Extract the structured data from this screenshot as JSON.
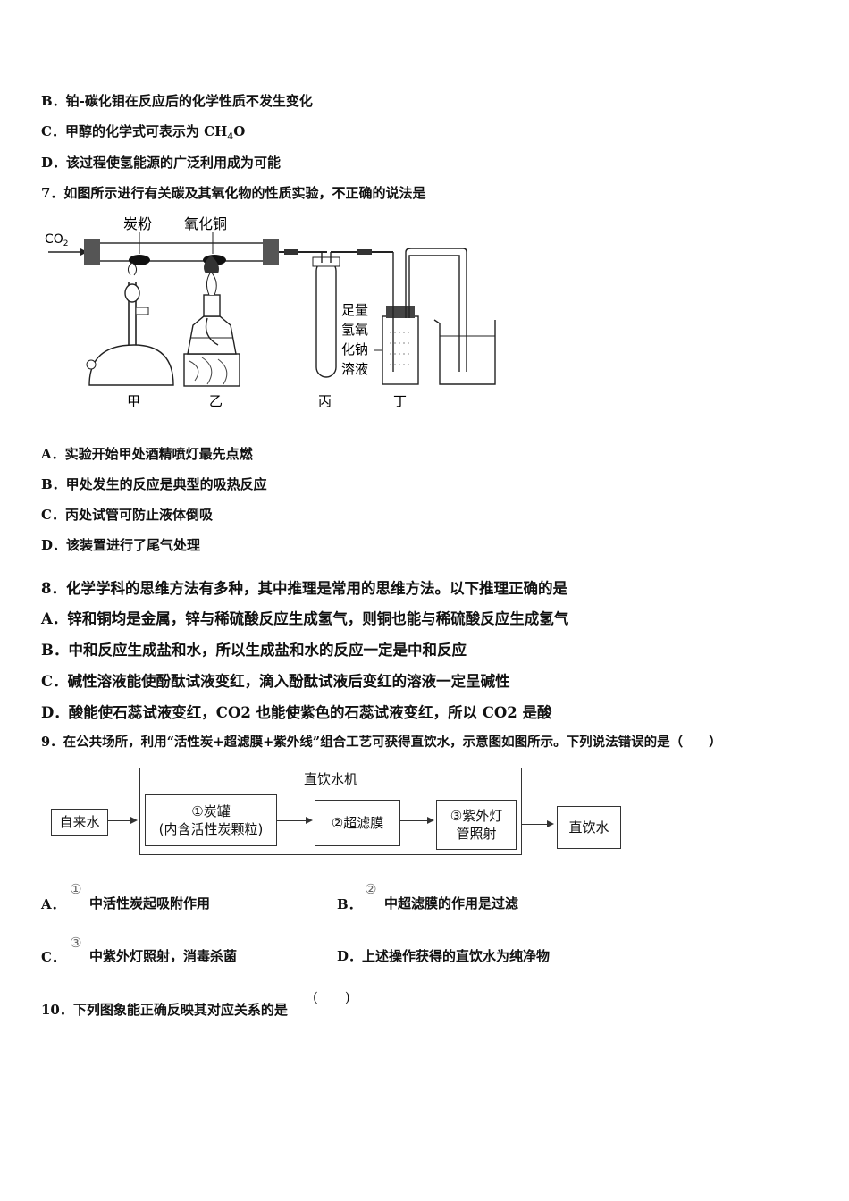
{
  "q6": {
    "optB": "B．铂-碳化钼在反应后的化学性质不发生变化",
    "optC_pre": "C．甲醇的化学式可表示为 CH",
    "optC_sub": "4",
    "optC_post": "O",
    "optD": "D．该过程使氢能源的广泛利用成为可能"
  },
  "q7": {
    "stem": "7．如图所示进行有关碳及其氧化物的性质实验，不正确的说法是",
    "figure": {
      "co2": "CO",
      "co2_sub": "2",
      "carbon": "炭粉",
      "copper_oxide": "氧化铜",
      "naoh_l1": "足量",
      "naoh_l2": "氢氧",
      "naoh_l3": "化钠",
      "naoh_l4": "溶液",
      "jia": "甲",
      "yi": "乙",
      "bing": "丙",
      "ding": "丁"
    },
    "optA": "A．实验开始甲处酒精喷灯最先点燃",
    "optB": "B．甲处发生的反应是典型的吸热反应",
    "optC": "C．丙处试管可防止液体倒吸",
    "optD": "D．该装置进行了尾气处理"
  },
  "q8": {
    "stem": "8．化学学科的思维方法有多种，其中推理是常用的思维方法。以下推理正确的是",
    "optA": "A．锌和铜均是金属，锌与稀硫酸反应生成氢气，则铜也能与稀硫酸反应生成氢气",
    "optB": "B．中和反应生成盐和水，所以生成盐和水的反应一定是中和反应",
    "optC": "C．碱性溶液能使酚酞试液变红，滴入酚酞试液后变红的溶液一定呈碱性",
    "optD": "D．酸能使石蕊试液变红，CO2 也能使紫色的石蕊试液变红，所以 CO2 是酸"
  },
  "q9": {
    "stem": "9．在公共场所，利用“活性炭+超滤膜+紫外线”组合工艺可获得直饮水，示意图如图所示。下列说法错误的是（　　）",
    "figure": {
      "machine": "直饮水机",
      "tap": "自来水",
      "step1_l1": "①炭罐",
      "step1_l2": "(内含活性炭颗粒)",
      "step2": "②超滤膜",
      "step3_l1": "③紫外灯",
      "step3_l2": "管照射",
      "output": "直饮水"
    },
    "optA_letter": "A．",
    "optA_circ": "①",
    "optA_text": "中活性炭起吸附作用",
    "optB_letter": "B．",
    "optB_circ": "②",
    "optB_text": "中超滤膜的作用是过滤",
    "optC_letter": "C．",
    "optC_circ": "③",
    "optC_text": "中紫外灯照射，消毒杀菌",
    "optD": "D．上述操作获得的直饮水为纯净物"
  },
  "q10": {
    "stem": "10．下列图象能正确反映其对应关系的是",
    "paren": "(　　)"
  }
}
